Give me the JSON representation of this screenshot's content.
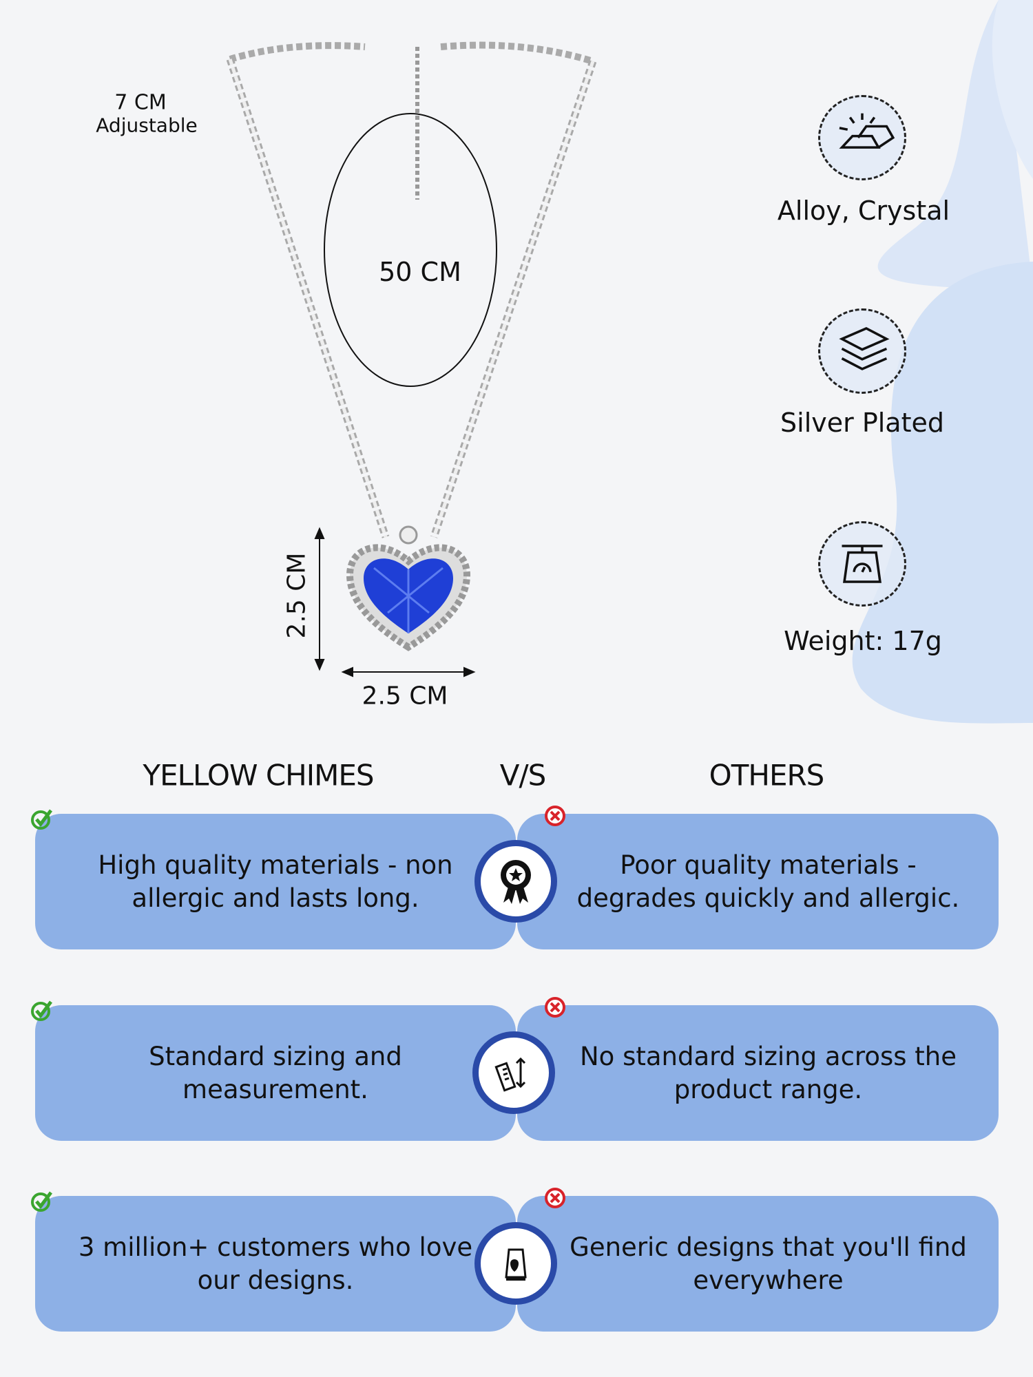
{
  "dimensions": {
    "adjustable_length": "7 CM",
    "adjustable_label": "Adjustable",
    "chain_length": "50 CM",
    "pendant_height": "2.5 CM",
    "pendant_width": "2.5 CM"
  },
  "features": [
    {
      "icon": "metal-bars-icon",
      "label": "Alloy, Crystal"
    },
    {
      "icon": "layers-icon",
      "label": "Silver Plated"
    },
    {
      "icon": "scale-icon",
      "label": "Weight: 17g"
    }
  ],
  "comparison": {
    "brand": "YELLOW CHIMES",
    "vs": "V/S",
    "others": "OTHERS",
    "rows": [
      {
        "icon": "award-badge-icon",
        "ours": "High quality materials - non allergic and lasts long.",
        "theirs": "Poor quality materials - degrades quickly and allergic."
      },
      {
        "icon": "ruler-icon",
        "ours": "Standard sizing and measurement.",
        "theirs": "No standard sizing across the product range."
      },
      {
        "icon": "customer-love-icon",
        "ours": "3 million+ customers who love our designs.",
        "theirs": "Generic designs that you'll find everywhere"
      }
    ]
  },
  "colors": {
    "box": "#8db0e6",
    "ring": "#2a4aa8",
    "gem": "#1f3fd6",
    "check": "#3aa52f",
    "cross": "#d8232a"
  }
}
